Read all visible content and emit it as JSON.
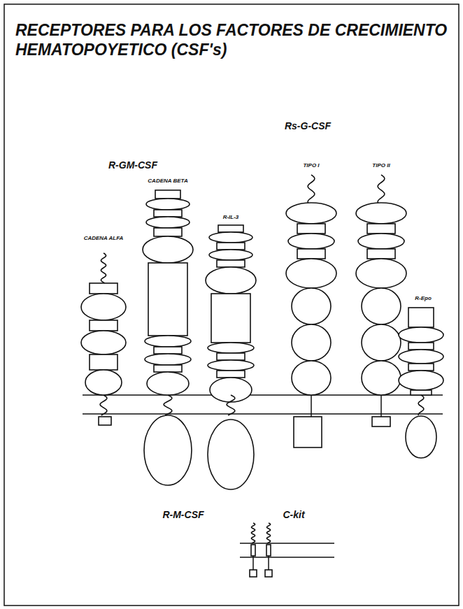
{
  "diagram": {
    "title": "RECEPTORES PARA LOS FACTORES DE CRECIMIENTO HEMATOPOYETICO (CSF's)",
    "labels": [
      "Rs-G-CSF",
      "R-GM-CSF",
      "CADENA BETA",
      "R-IL-3",
      "TIPO I",
      "TIPO II",
      "CADENA ALFA",
      "R-Epo",
      "R-M-CSF",
      "C-kit"
    ]
  }
}
